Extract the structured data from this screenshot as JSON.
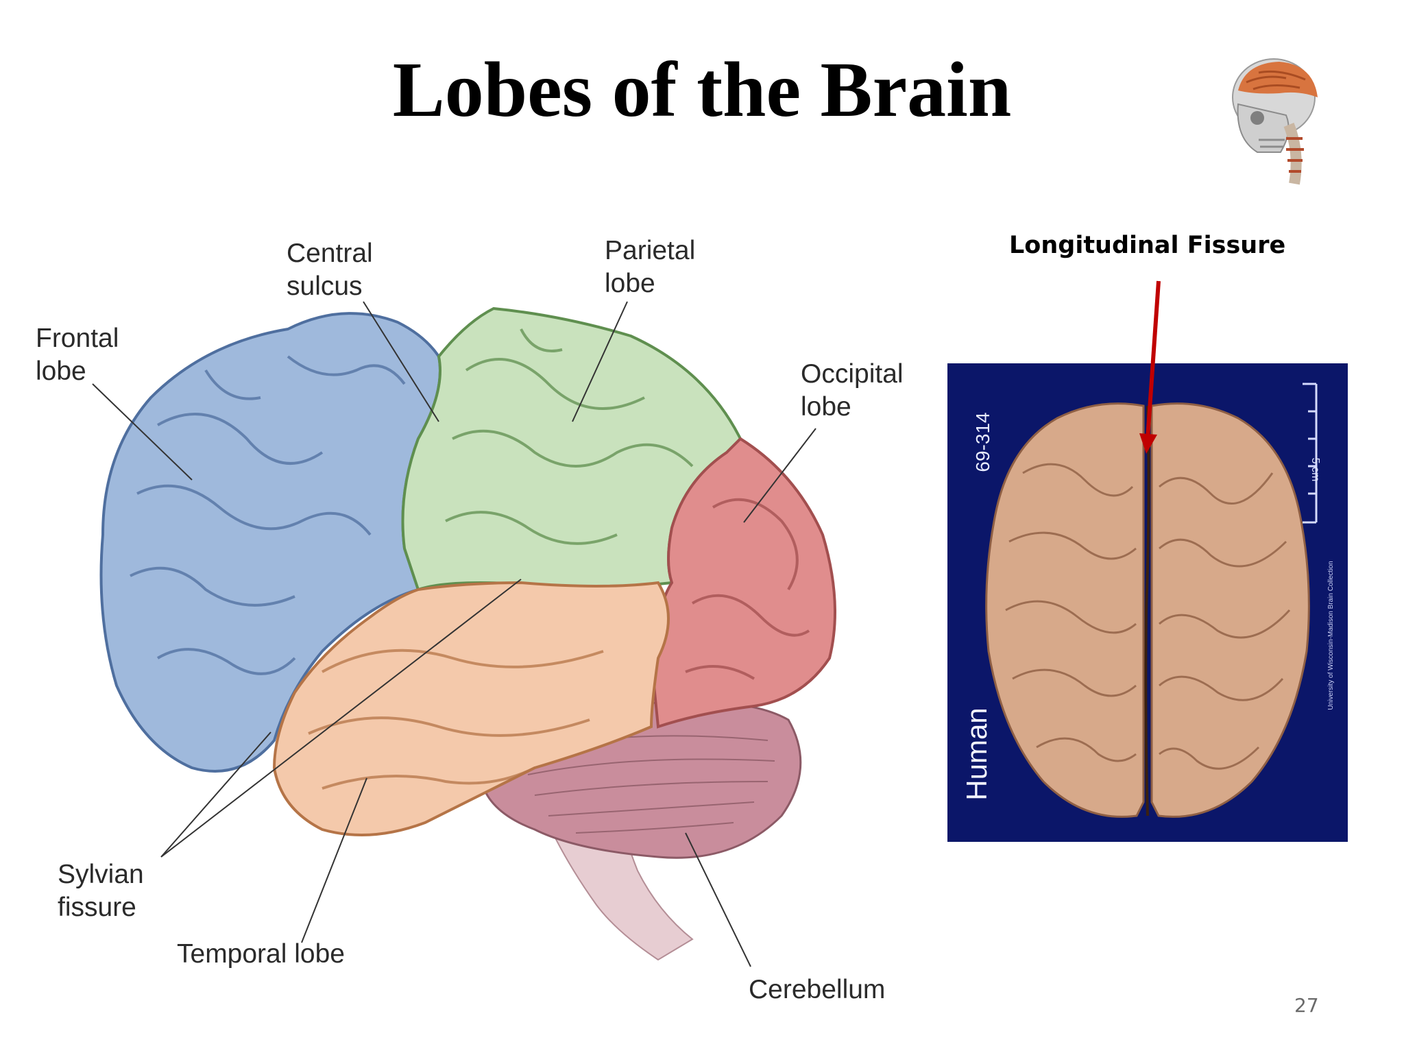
{
  "slide": {
    "title": "Lobes of the Brain",
    "page_number": "27"
  },
  "lateral_diagram": {
    "labels": {
      "frontal_lobe": "Frontal\nlobe",
      "central_sulcus": "Central\nsulcus",
      "parietal_lobe": "Parietal\nlobe",
      "occipital_lobe": "Occipital\nlobe",
      "sylvian_fissure": "Sylvian\nfissure",
      "temporal_lobe": "Temporal lobe",
      "cerebellum": "Cerebellum"
    },
    "colors": {
      "frontal": "#9fb9dc",
      "parietal": "#c9e2bd",
      "occipital": "#e08d8d",
      "temporal": "#f4c9ab",
      "cerebellum": "#c98d9c",
      "brainstem": "#e7cdd2"
    }
  },
  "superior_view": {
    "annotation": "Longitudinal Fissure",
    "arrow_color": "#c00000",
    "specimen_id": "69-314",
    "species": "Human",
    "scale_label": "5 cm",
    "credit": "University of Wisconsin-Madison Brain Collection",
    "panel_color": "#0b1669",
    "brain_color": "#d7a98a"
  }
}
